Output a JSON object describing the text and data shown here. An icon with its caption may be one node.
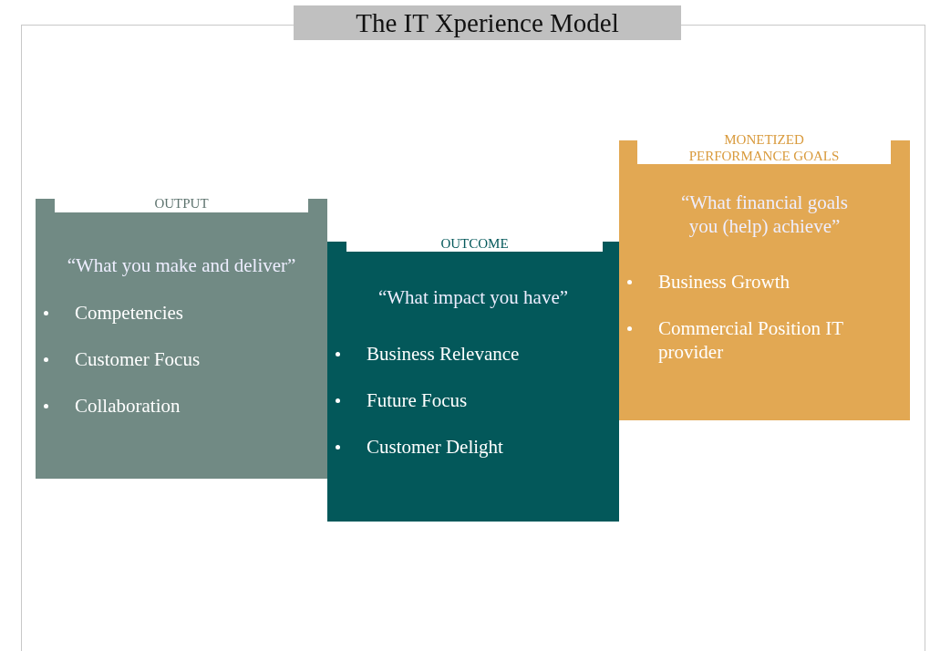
{
  "diagram": {
    "title": "The IT Xperience Model",
    "nodes": [
      {
        "text": [
          "OUTPUT",
          "“What you make and deliver”",
          "Competencies",
          "Customer Focus",
          "Collaboration"
        ]
      },
      {
        "text": [
          "OUTCOME",
          "“What impact you have”",
          "Business Relevance",
          "Future Focus",
          "Customer Delight"
        ]
      },
      {
        "text": [
          "MONETIZED PERFORMANCE GOALS",
          "“What financial goals you (help) achieve”",
          "Business Growth",
          "Commercial Position IT provider"
        ]
      }
    ]
  }
}
